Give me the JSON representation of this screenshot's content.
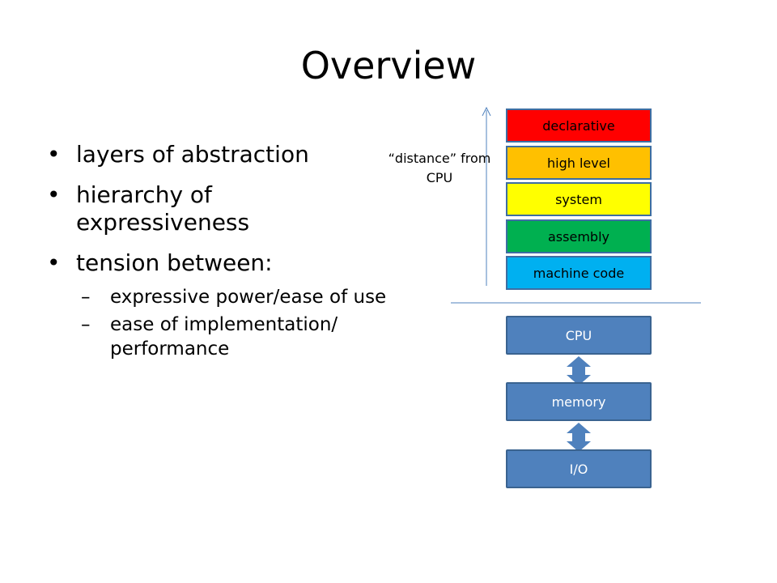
{
  "title": "Overview",
  "bullets": [
    {
      "text": "layers of abstraction"
    },
    {
      "text": "hierarchy of expressiveness"
    },
    {
      "text": "tension between:",
      "sub": [
        "expressive power/ease of use",
        "ease of implementation/ performance"
      ]
    }
  ],
  "bullet_glyph": "•",
  "dash_glyph": "–",
  "axis_label": "“distance” from CPU",
  "layers": [
    {
      "label": "declarative",
      "color": "#ff0000"
    },
    {
      "label": "high level",
      "color": "#ffc000"
    },
    {
      "label": "system",
      "color": "#ffff00"
    },
    {
      "label": "assembly",
      "color": "#00b050"
    },
    {
      "label": "machine code",
      "color": "#00b0f0"
    }
  ],
  "hardware": [
    {
      "label": "CPU"
    },
    {
      "label": "memory"
    },
    {
      "label": "I/O"
    }
  ],
  "colors": {
    "hardware_fill": "#4f81bd",
    "lines": "#4f81bd"
  }
}
